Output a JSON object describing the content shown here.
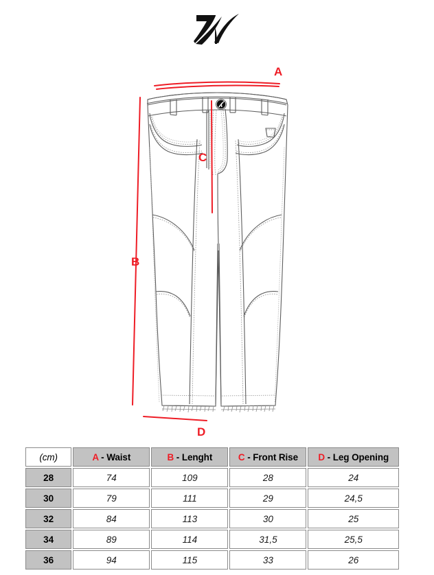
{
  "brand": {
    "logo_name": "brand-swoosh-logo",
    "logo_color": "#111111"
  },
  "diagram": {
    "title": "jeans-measurement-diagram",
    "accent_color": "#ee1c25",
    "line_color": "#5a5a5a",
    "callouts": [
      {
        "id": "A",
        "label": "A",
        "meaning": "Waist",
        "position": "top-right"
      },
      {
        "id": "B",
        "label": "B",
        "meaning": "Lenght",
        "position": "left"
      },
      {
        "id": "C",
        "label": "C",
        "meaning": "Front Rise",
        "position": "center"
      },
      {
        "id": "D",
        "label": "D",
        "meaning": "Leg Opening",
        "position": "bottom"
      }
    ]
  },
  "table": {
    "unit_label": "(cm)",
    "columns": [
      {
        "letter": "A",
        "name": " - Waist"
      },
      {
        "letter": "B",
        "name": " - Lenght"
      },
      {
        "letter": "C",
        "name": " - Front Rise"
      },
      {
        "letter": "D",
        "name": " - Leg Opening"
      }
    ],
    "rows": [
      {
        "size": "28",
        "a": "74",
        "b": "109",
        "c": "28",
        "d": "24"
      },
      {
        "size": "30",
        "a": "79",
        "b": "111",
        "c": "29",
        "d": "24,5"
      },
      {
        "size": "32",
        "a": "84",
        "b": "113",
        "c": "30",
        "d": "25"
      },
      {
        "size": "34",
        "a": "89",
        "b": "114",
        "c": "31,5",
        "d": "25,5"
      },
      {
        "size": "36",
        "a": "94",
        "b": "115",
        "c": "33",
        "d": "26"
      }
    ]
  }
}
